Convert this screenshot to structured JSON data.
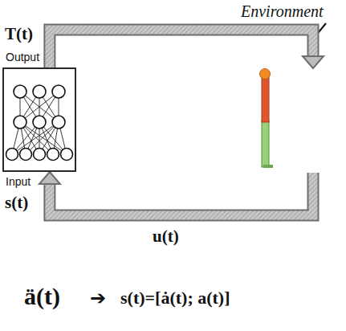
{
  "diagram": {
    "nodes": [
      {
        "text": [
          "Output",
          "Input"
        ]
      },
      {
        "text": [
          "Environment"
        ]
      }
    ],
    "edges": [
      {
        "from": 0,
        "to": 1,
        "arrow": "to",
        "label": "T(t)"
      },
      {
        "from": 1,
        "to": 0,
        "arrow": "to",
        "label": "u(t)"
      }
    ],
    "labels": [
      "s(t)",
      "ä(t)",
      "➔",
      "s(t)=[ȧ(t); a(t)]"
    ]
  }
}
